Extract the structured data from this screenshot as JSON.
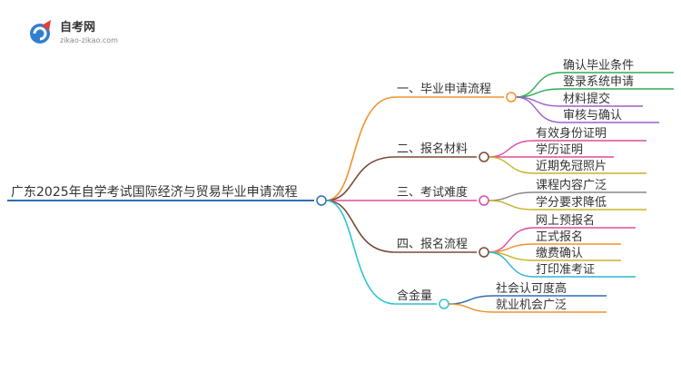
{
  "logo": {
    "title": "自考网",
    "url": "zikao-zikao.com"
  },
  "root": {
    "label": "广东2025年自学考试国际经济与贸易毕业申请流程",
    "color": "#2f6db5"
  },
  "branches": [
    {
      "label": "一、毕业申请流程",
      "color": "#f0922b",
      "children": [
        {
          "label": "确认毕业条件",
          "color": "#2fae57"
        },
        {
          "label": "登录系统申请",
          "color": "#2fae57"
        },
        {
          "label": "材料提交",
          "color": "#9b5fc9"
        },
        {
          "label": "审核与确认",
          "color": "#9b5fc9"
        }
      ]
    },
    {
      "label": "二、报名材料",
      "color": "#7a4a3a",
      "children": [
        {
          "label": "有效身份证明",
          "color": "#e04b9a"
        },
        {
          "label": "学历证明",
          "color": "#e04b9a"
        },
        {
          "label": "近期免冠照片",
          "color": "#c9b22a"
        }
      ]
    },
    {
      "label": "三、考试难度",
      "color": "#e04b9a",
      "children": [
        {
          "label": "课程内容广泛",
          "color": "#888888"
        },
        {
          "label": "学分要求降低",
          "color": "#c9b22a"
        }
      ]
    },
    {
      "label": "四、报名流程",
      "color": "#7a4a3a",
      "children": [
        {
          "label": "网上预报名",
          "color": "#e04b9a"
        },
        {
          "label": "正式报名",
          "color": "#f0922b"
        },
        {
          "label": "缴费确认",
          "color": "#c9b22a"
        },
        {
          "label": "打印准考证",
          "color": "#2bb5d6"
        }
      ]
    },
    {
      "label": "含金量",
      "color": "#2bc4d6",
      "children": [
        {
          "label": "社会认可度高",
          "color": "#2f6db5"
        },
        {
          "label": "就业机会广泛",
          "color": "#f0922b"
        }
      ]
    }
  ]
}
